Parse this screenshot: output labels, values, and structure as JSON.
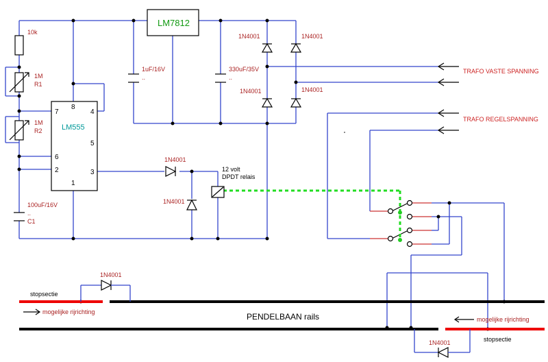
{
  "components": {
    "regulator": "LM7812",
    "timer": "LM555",
    "resistor_fixed": "10k",
    "pot_r1_value": "1M",
    "pot_r1_ref": "R1",
    "pot_r2_value": "1M",
    "pot_r2_ref": "R2",
    "cap_c1_value": "100uF/16V",
    "cap_c1_polarity": "..",
    "cap_c1_ref": "C1",
    "cap_in_value": "1uF/16V",
    "cap_in_polarity": "..",
    "cap_out_value": "330uF/35V",
    "cap_out_polarity": "..",
    "relay_label_line1": "12 volt",
    "relay_label_line2": "DPDT relais"
  },
  "diodes": {
    "bridge_top_left": "1N4001",
    "bridge_top_right": "1N4001",
    "bridge_bottom_left": "1N4001",
    "bridge_bottom_right": "1N4001",
    "series": "1N4001",
    "flyback": "1N4001",
    "stop_left": "1N4001",
    "stop_right": "1N4001"
  },
  "pins": {
    "p7": "7",
    "p8": "8",
    "p4": "4",
    "p5": "5",
    "p6": "6",
    "p2": "2",
    "p3": "3",
    "p1": "1"
  },
  "inputs": {
    "fixed_supply": "TRAFO VASTE SPANNING",
    "variable_supply": "TRAFO REGELSPANNING"
  },
  "track": {
    "rails_label": "PENDELBAAN rails",
    "stop_section_left": "stopsectie",
    "stop_section_right": "stopsectie",
    "direction_left": "mogelijke rijrichting",
    "direction_right": "mogelijke rijrichting"
  },
  "colors": {
    "wire": "#3344cc",
    "rail": "#000000",
    "stop_section": "#ee0000",
    "relay_link": "#22dd22",
    "regulator_label": "#119911",
    "timer_label": "#009999"
  }
}
